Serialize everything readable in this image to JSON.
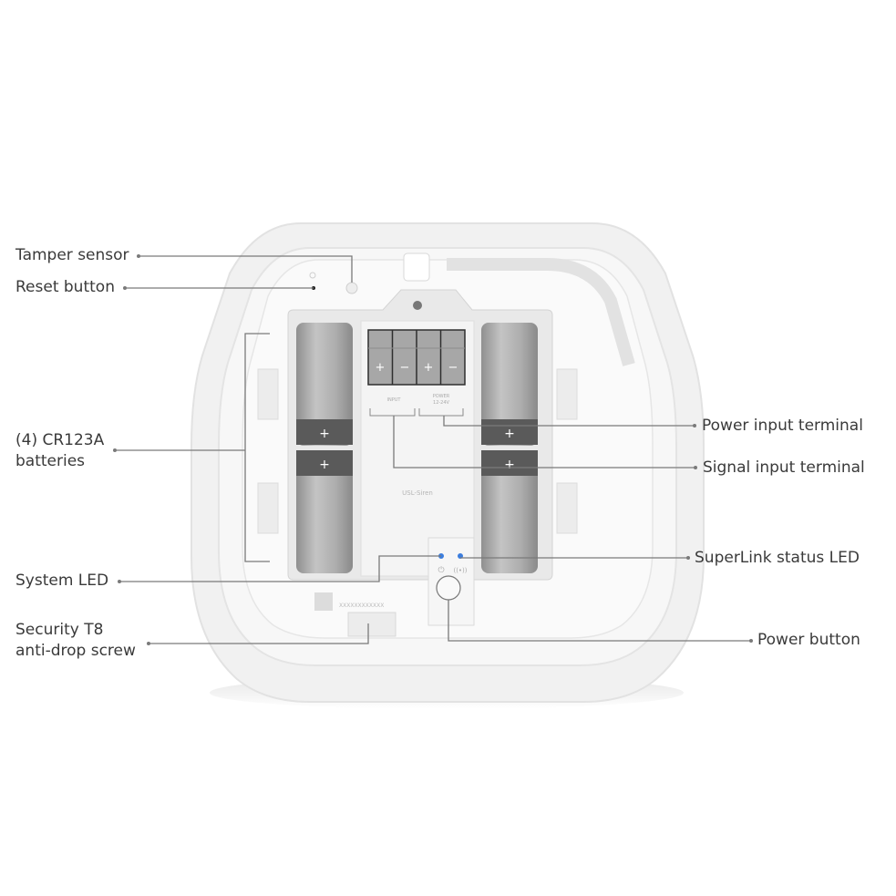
{
  "diagram": {
    "subject": "USL-Siren rear view, battery compartment",
    "callouts_left": [
      {
        "id": "tamper",
        "label": "Tamper sensor"
      },
      {
        "id": "reset",
        "label": "Reset button"
      },
      {
        "id": "batteries",
        "line1": "(4) CR123A",
        "line2": "batteries"
      },
      {
        "id": "system_led",
        "label": "System LED"
      },
      {
        "id": "screw",
        "line1": "Security T8",
        "line2": "anti-drop screw"
      }
    ],
    "callouts_right": [
      {
        "id": "power_terminal",
        "label": "Power input terminal"
      },
      {
        "id": "signal_terminal",
        "label": "Signal input terminal"
      },
      {
        "id": "superlink_led",
        "label": "SuperLink status LED"
      },
      {
        "id": "power_button",
        "label": "Power button"
      }
    ],
    "device_text": {
      "model": "USL-Siren",
      "terminal_input": "INPUT",
      "terminal_power": "POWER",
      "terminal_voltage": "12-24V",
      "terminal_symbols": [
        "+",
        "−",
        "+",
        "−"
      ],
      "battery_symbol": "+",
      "serial": "XXXXXXXXXXXX"
    },
    "colors": {
      "leader_line": "#7a7a7a",
      "led_blue": "#3b7ddd",
      "body": "#f3f3f3",
      "battery": "#a9a9a9",
      "battery_band": "#585858"
    }
  }
}
